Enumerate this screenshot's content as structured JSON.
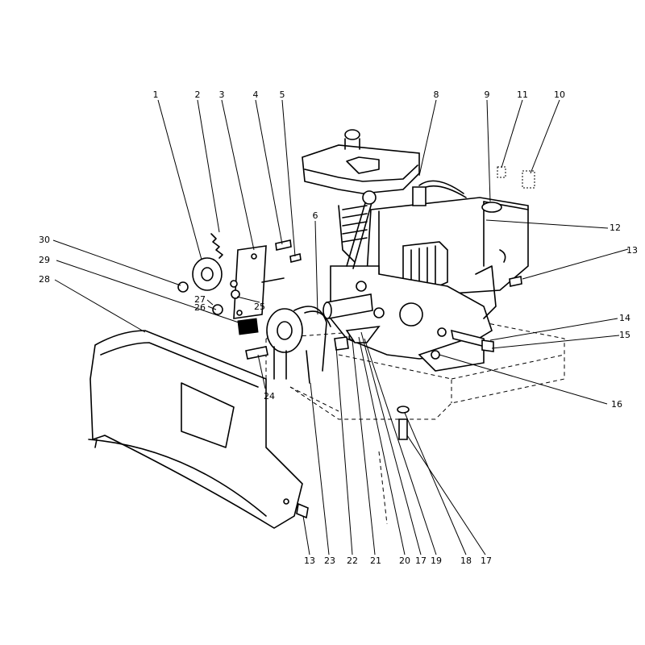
{
  "callouts": [
    {
      "id": "c1",
      "text": "1"
    },
    {
      "id": "c2",
      "text": "2"
    },
    {
      "id": "c3",
      "text": "3"
    },
    {
      "id": "c4",
      "text": "4"
    },
    {
      "id": "c5",
      "text": "5"
    },
    {
      "id": "c6",
      "text": "6"
    },
    {
      "id": "c8",
      "text": "8"
    },
    {
      "id": "c9",
      "text": "9"
    },
    {
      "id": "c11",
      "text": "11"
    },
    {
      "id": "c10",
      "text": "10"
    },
    {
      "id": "c12",
      "text": "12"
    },
    {
      "id": "c13a",
      "text": "13"
    },
    {
      "id": "c30",
      "text": "30"
    },
    {
      "id": "c29",
      "text": "29"
    },
    {
      "id": "c28",
      "text": "28"
    },
    {
      "id": "c27",
      "text": "27"
    },
    {
      "id": "c26",
      "text": "26"
    },
    {
      "id": "c25",
      "text": "25"
    },
    {
      "id": "c24",
      "text": "24"
    },
    {
      "id": "c14",
      "text": "14"
    },
    {
      "id": "c15",
      "text": "15"
    },
    {
      "id": "c16",
      "text": "16"
    },
    {
      "id": "c13b",
      "text": "13"
    },
    {
      "id": "c23",
      "text": "23"
    },
    {
      "id": "c22",
      "text": "22"
    },
    {
      "id": "c21",
      "text": "21"
    },
    {
      "id": "c20",
      "text": "20"
    },
    {
      "id": "c17a",
      "text": "17"
    },
    {
      "id": "c19",
      "text": "19"
    },
    {
      "id": "c18",
      "text": "18"
    },
    {
      "id": "c17b",
      "text": "17"
    }
  ]
}
